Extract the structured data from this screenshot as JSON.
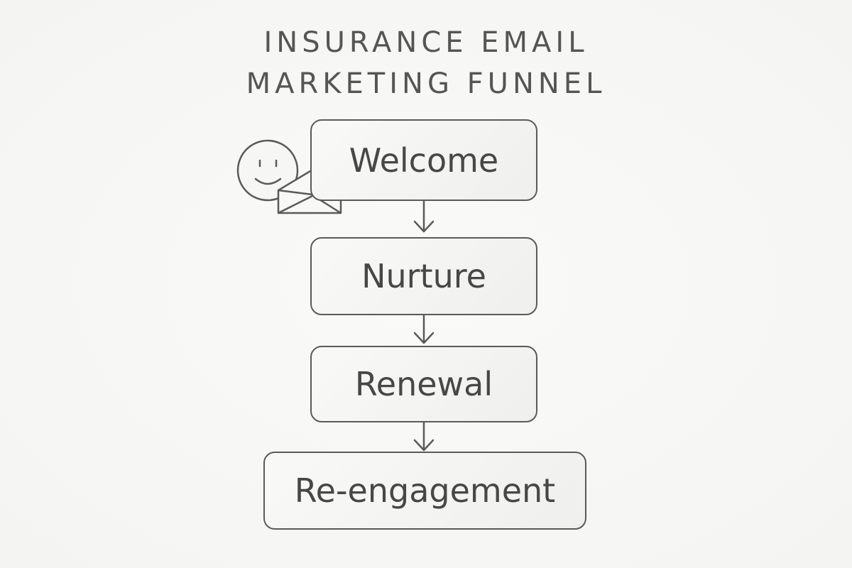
{
  "title": {
    "line1": "INSURANCE EMAIL",
    "line2": "MARKETING FUNNEL"
  },
  "stages": [
    {
      "label": "Welcome"
    },
    {
      "label": "Nurture"
    },
    {
      "label": "Renewal"
    },
    {
      "label": "Re-engagement"
    }
  ],
  "icons": {
    "smiley": "smiley-face-icon",
    "envelope": "envelope-icon",
    "arrow": "arrow-down-icon"
  },
  "colors": {
    "stroke": "#5a5a5a",
    "text": "#474747",
    "background": "#f7f7f6"
  }
}
